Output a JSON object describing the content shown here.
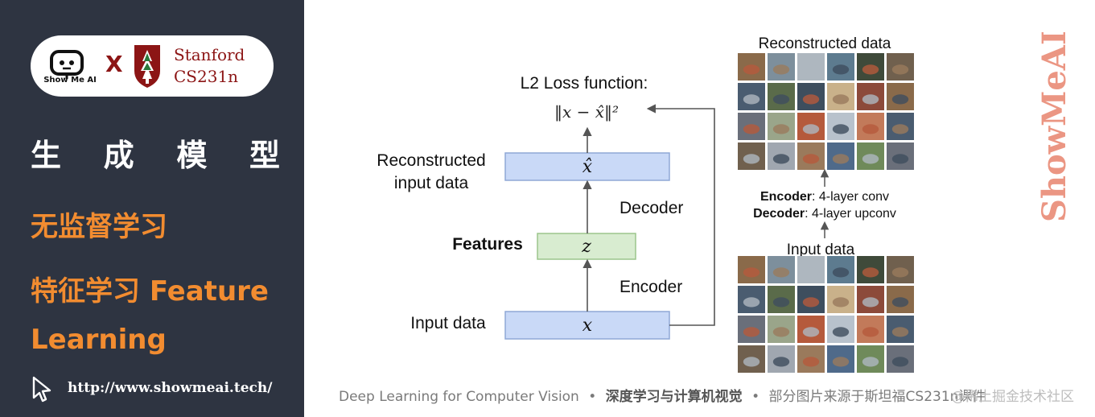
{
  "brand": {
    "name": "Show Me AI",
    "times": "X",
    "stanford_line1": "Stanford",
    "stanford_line2": "CS231n",
    "vertical_logo": "ShowMeAI"
  },
  "sidebar": {
    "title_chars": [
      "生",
      "成",
      "模",
      "型"
    ],
    "line1": "无监督学习",
    "line2": "特征学习 Feature",
    "line3": "Learning",
    "url": "http://www.showmeai.tech/"
  },
  "diagram": {
    "loss_title": "L2 Loss function:",
    "loss_formula": "‖x − x̂‖²",
    "reconstructed_label_1": "Reconstructed",
    "reconstructed_label_2": "input data",
    "x_hat": "x̂",
    "decoder_label": "Decoder",
    "features_label": "Features",
    "z": "z",
    "encoder_label": "Encoder",
    "input_label": "Input data",
    "x": "x",
    "right_top_title": "Reconstructed data",
    "enc_key": "Encoder",
    "enc_val": ": 4-layer conv",
    "dec_key": "Decoder",
    "dec_val": ": 4-layer upconv",
    "right_input_title": "Input data"
  },
  "colors": {
    "sidebar_bg": "#2e3441",
    "accent_orange": "#f28c30",
    "stanford_red": "#8c1515",
    "box_blue": "#c9d9f7",
    "box_green": "#d8ecd0"
  },
  "footer": {
    "course": "Deep Learning for Computer Vision",
    "sep1": "•",
    "cn": "深度学习与计算机视觉",
    "sep2": "•",
    "note": "部分图片来源于斯坦福CS231n课件",
    "csdn": "@稀土掘金技术社区"
  }
}
